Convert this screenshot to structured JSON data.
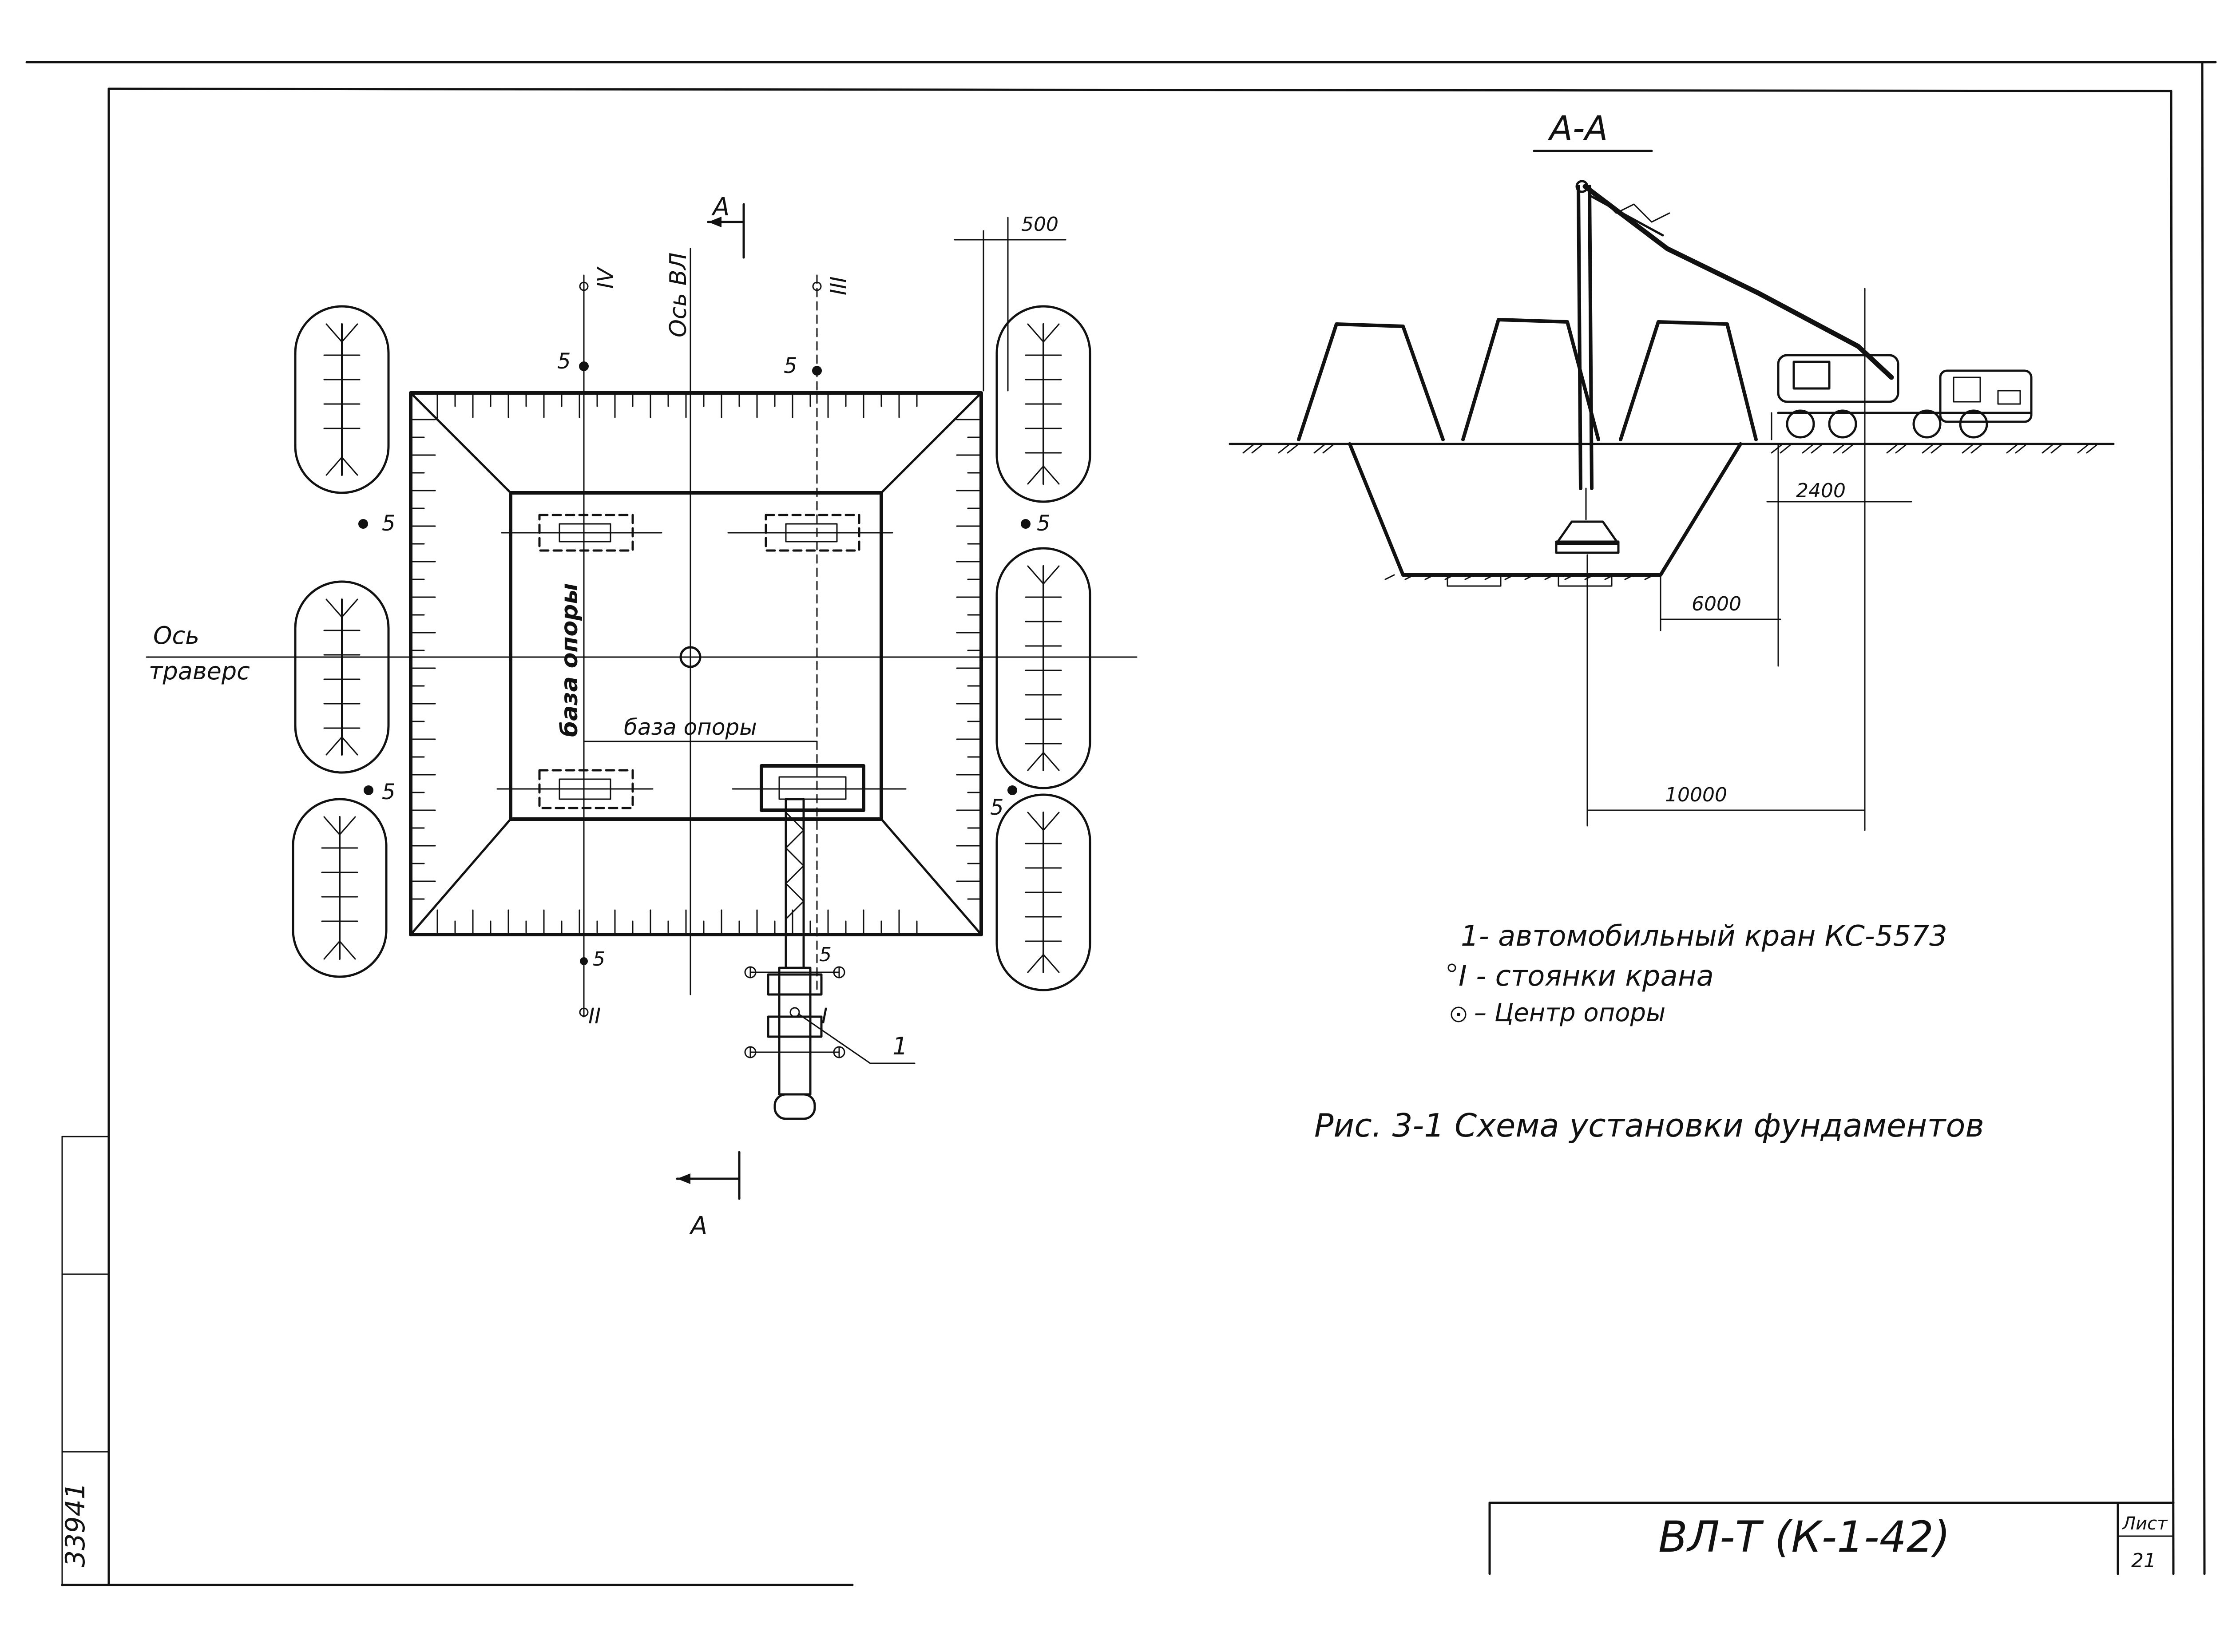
{
  "section_title": "А-А",
  "section_marker": "А",
  "labels": {
    "axis_vl": "Ось ВЛ",
    "axis_travers_1": "Ось",
    "axis_travers_2": "траверс",
    "base_vertical": "база опоры",
    "base_horizontal": "база опоры",
    "dim_500": "500",
    "dim_2400": "2400",
    "dim_6000": "6000",
    "dim_10000": "10000",
    "pos_5": "5",
    "crane_ref": "1",
    "roman_I": "I",
    "roman_II": "II",
    "roman_III": "III",
    "roman_IV": "IV"
  },
  "legend": [
    "1- автомобильный кран КС-5573",
    "I - стоянки крана",
    "– Центр опоры"
  ],
  "figure_caption": "Рис. 3-1  Схема установки фундаментов",
  "title_block": {
    "code": "ВЛ-Т (К-1-42)",
    "sheet_label": "Лист",
    "sheet_number": "21"
  },
  "side_number": "33941"
}
